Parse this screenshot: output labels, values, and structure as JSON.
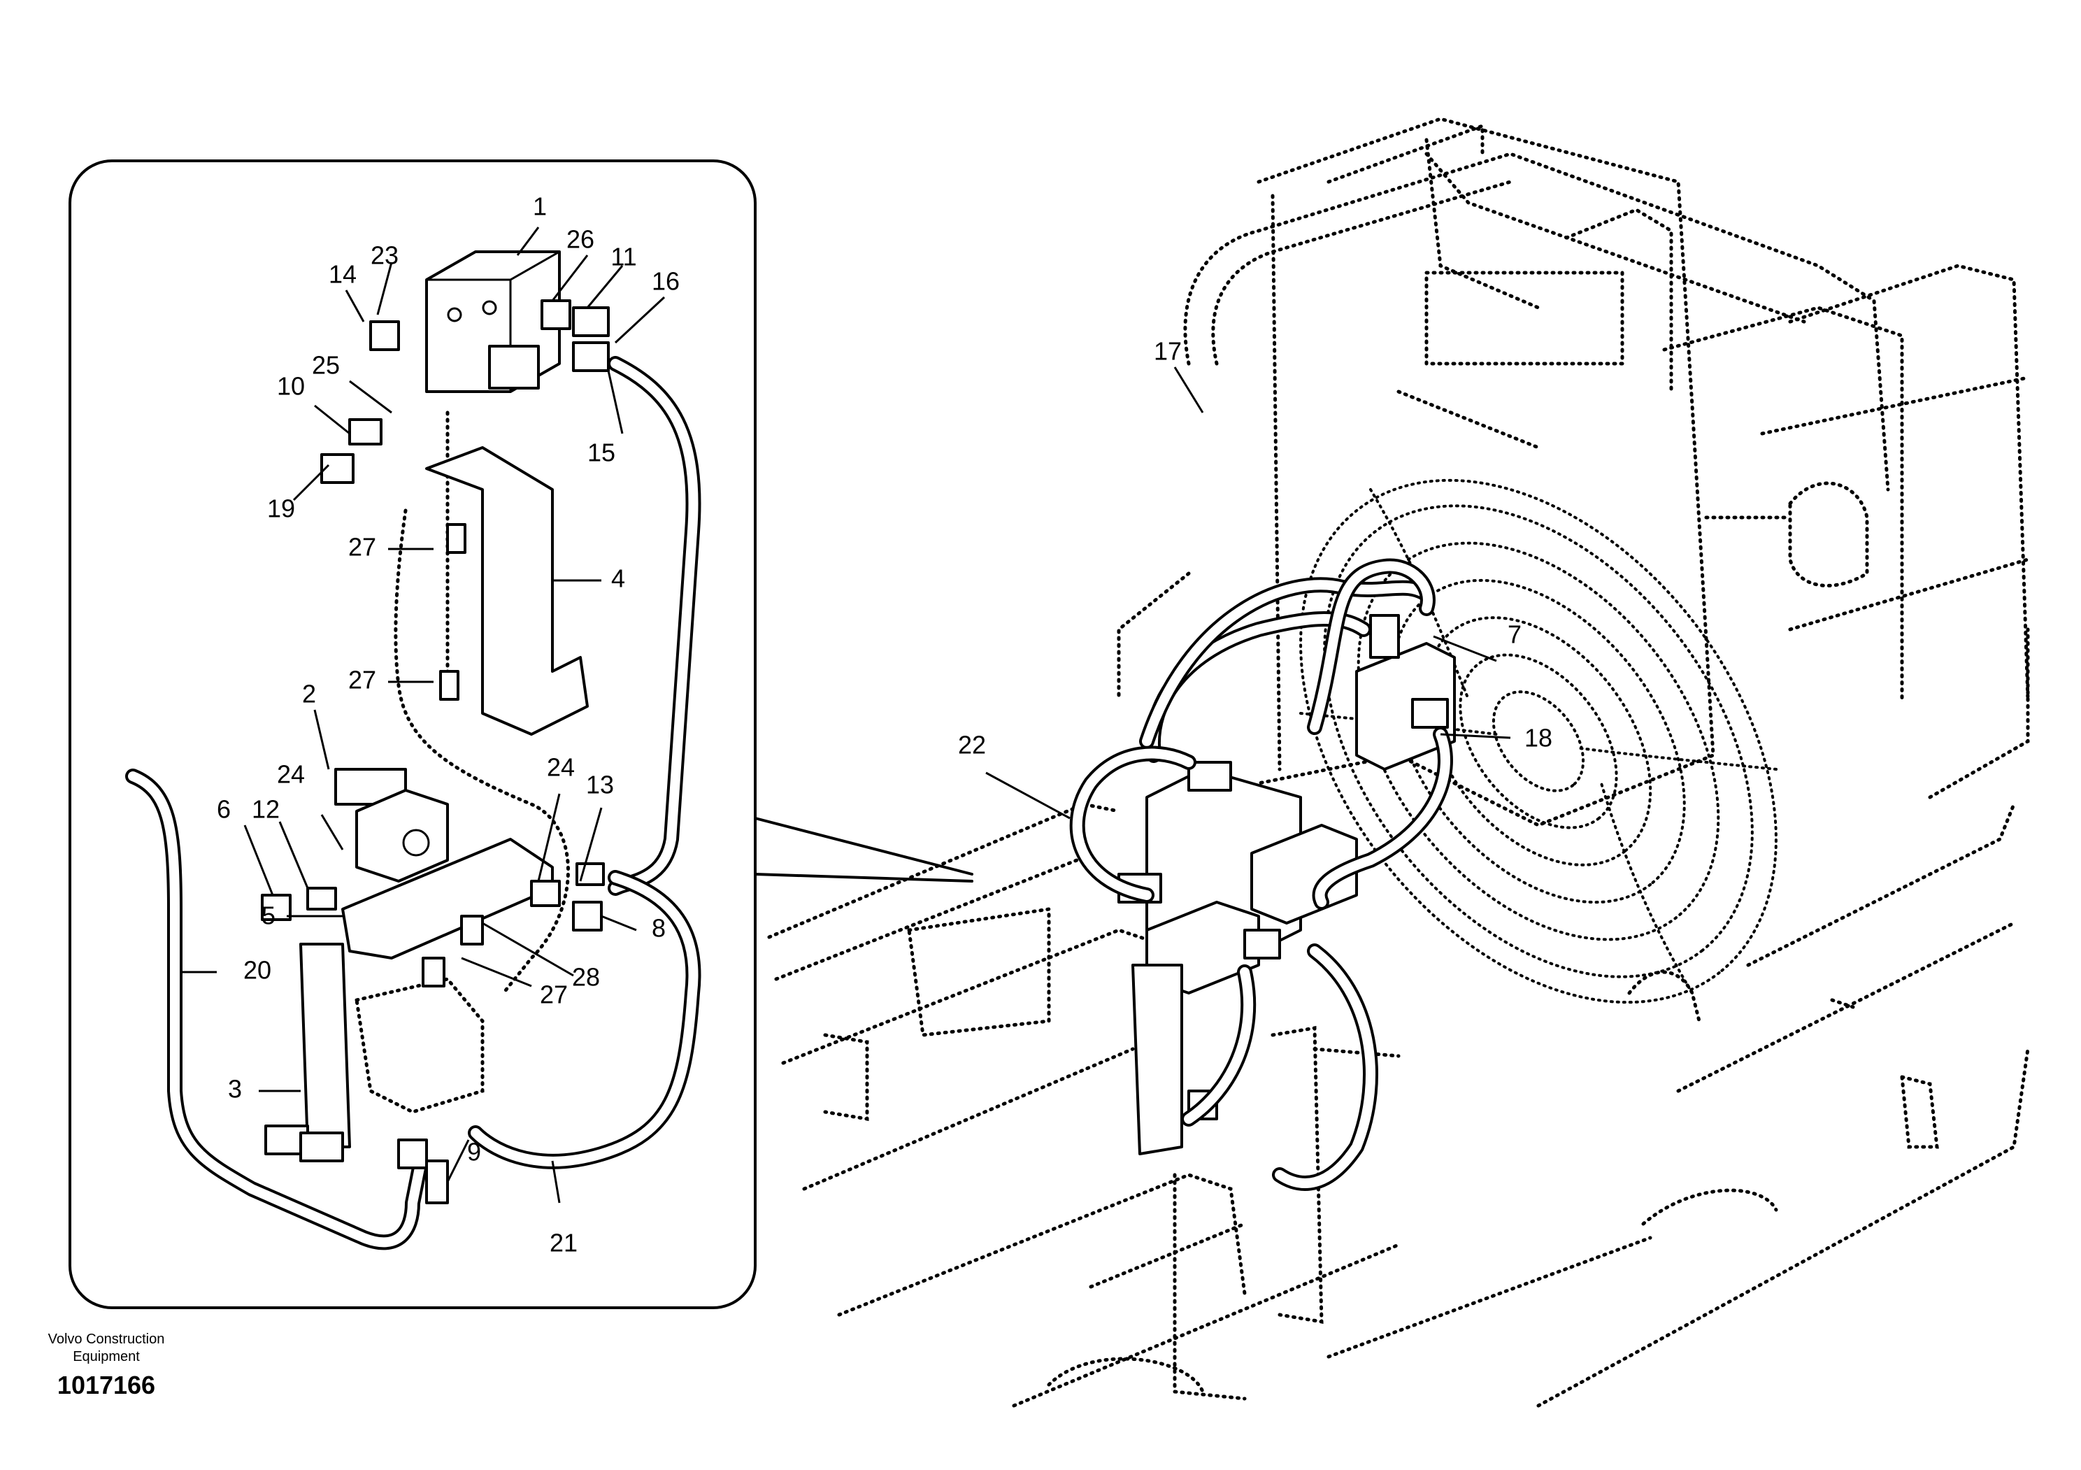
{
  "diagram": {
    "callouts": [
      "1",
      "2",
      "3",
      "4",
      "5",
      "6",
      "7",
      "8",
      "9",
      "10",
      "11",
      "12",
      "13",
      "14",
      "15",
      "16",
      "17",
      "18",
      "19",
      "20",
      "21",
      "22",
      "23",
      "24",
      "24",
      "25",
      "26",
      "27",
      "27",
      "27",
      "28"
    ],
    "footer": {
      "company_line1": "Volvo Construction",
      "company_line2": "Equipment",
      "drawing_number": "1017166"
    }
  }
}
